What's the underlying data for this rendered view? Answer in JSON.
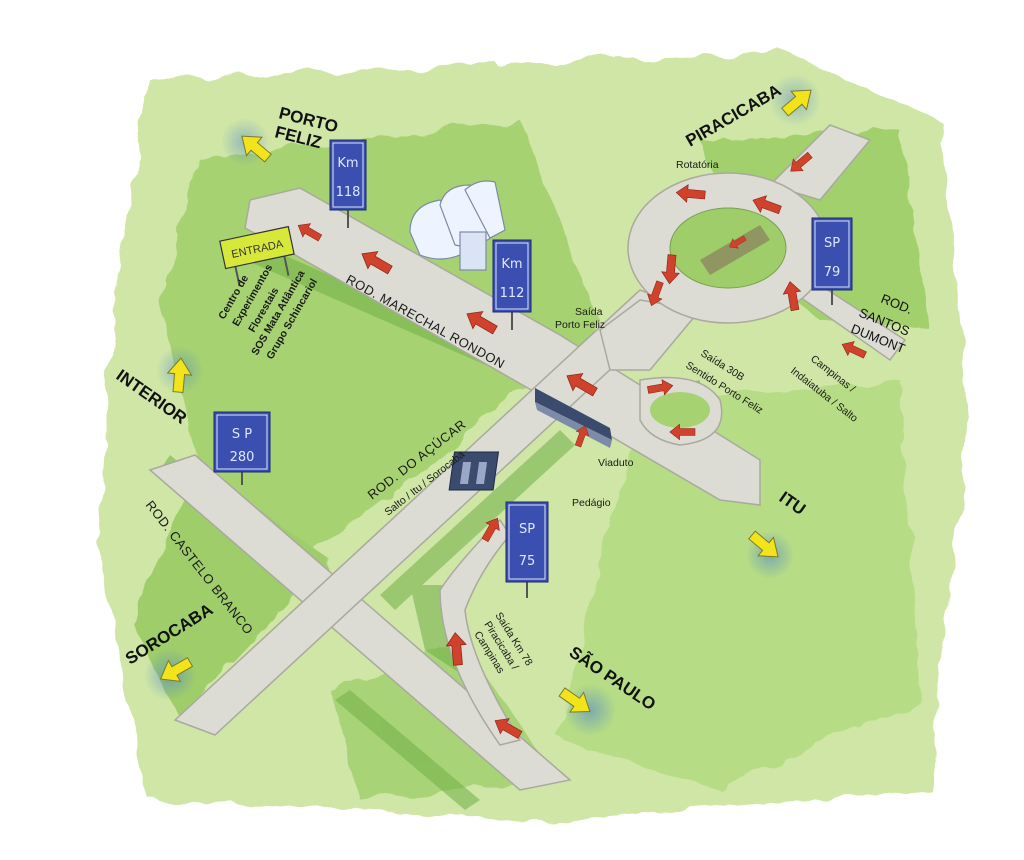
{
  "destinations": {
    "porto_feliz_line1": "PORTO",
    "porto_feliz_line2": "FELIZ",
    "piracicaba": "PIRACICABA",
    "interior": "INTERIOR",
    "itu": "ITU",
    "sorocaba": "SOROCABA",
    "sao_paulo": "SÃO PAULO",
    "santos_dumont_line1": "ROD.",
    "santos_dumont_line2": "SANTOS",
    "santos_dumont_line3": "DUMONT"
  },
  "roads": {
    "marechal_rondon": "ROD. MARECHAL RONDON",
    "acucar_line1": "ROD. DO AÇÚCAR",
    "acucar_line2": "Salto / Itu / Sorocaba",
    "castelo_branco": "ROD. CASTELO BRANCO",
    "campinas_line1": "Campinas /",
    "campinas_line2": "Indaiatuba / Salto"
  },
  "places": {
    "rotatoria": "Rotatória",
    "saida_porto_feliz_line1": "Saída",
    "saida_porto_feliz_line2": "Porto Feliz",
    "saida_30b_line1": "Saída 30B",
    "saida_30b_line2": "Sentido Porto Feliz",
    "viaduto": "Viaduto",
    "pedagio": "Pedágio",
    "saida_km78_line1": "Saída Km 78",
    "saida_km78_line2": "Piracicaba /",
    "saida_km78_line3": "Campinas",
    "entrada": "ENTRADA",
    "centro_line1": "Centro de",
    "centro_line2": "Experimentos",
    "centro_line3": "Florestais",
    "centro_line4": "SOS Mata Atlântica",
    "centro_line5": "Grupo Schincariol"
  },
  "signs": {
    "km118_top": "Km",
    "km118_bottom": "118",
    "km112_top": "Km",
    "km112_bottom": "112",
    "sp79_top": "SP",
    "sp79_bottom": "79",
    "sp280_top": "S P",
    "sp280_bottom": "280",
    "sp75_top": "SP",
    "sp75_bottom": "75"
  },
  "colors": {
    "grass_light": "#cfe6a6",
    "grass": "#9fcd6a",
    "grass_dark": "#6fae45",
    "road": "#dcdcd4",
    "road_edge": "#a9a9a0",
    "arrow_red": "#d1422c",
    "arrow_yellow": "#f2e31a",
    "sign_blue": "#3a4fb0"
  }
}
